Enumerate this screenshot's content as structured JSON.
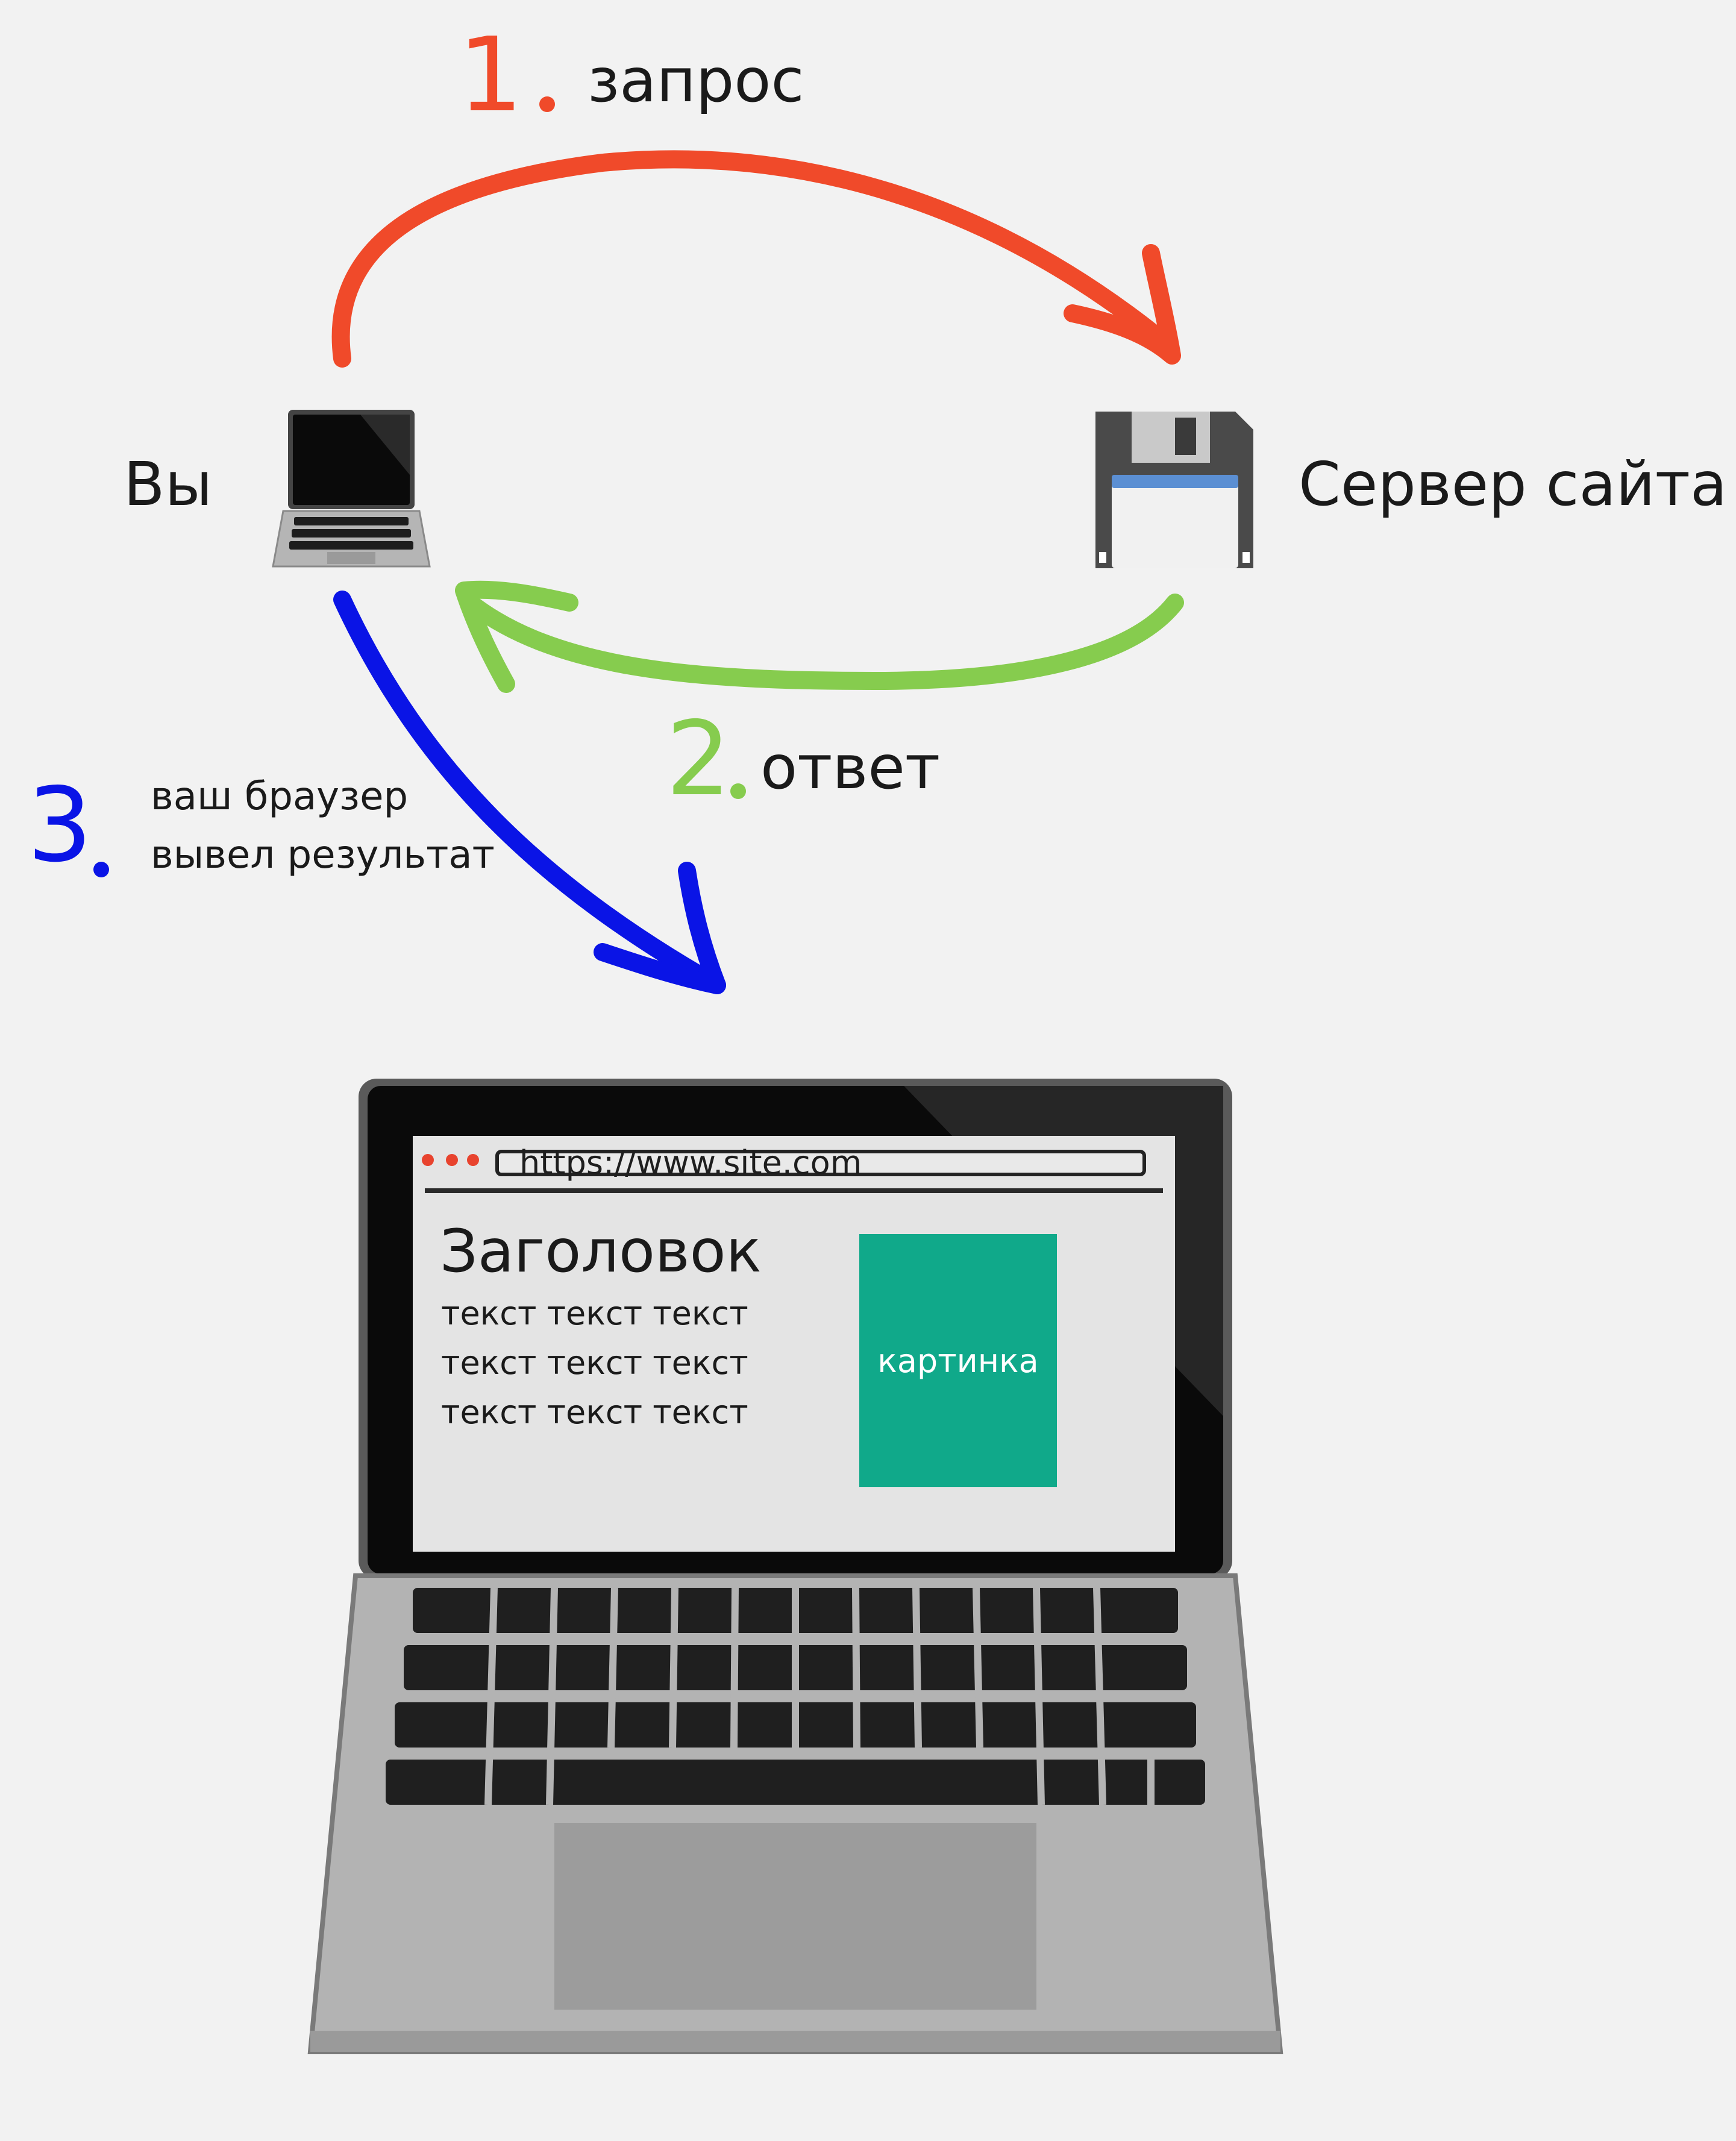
{
  "labels": {
    "you": "Вы",
    "server": "Сервер сайта"
  },
  "steps": [
    {
      "number": "1",
      "text": "запрос",
      "color": "#f04a2a"
    },
    {
      "number": "2",
      "text": "ответ",
      "color": "#86cc4e"
    },
    {
      "number": "3",
      "text_line1": "ваш браузер",
      "text_line2": "вывел результат",
      "color": "#0a14e6"
    }
  ],
  "browser": {
    "url": "https://www.site.com",
    "heading": "Заголовок",
    "lines": [
      "текст текст текст",
      "текст текст текст",
      "текст текст текст"
    ],
    "image_label": "картинка",
    "image_color": "#10a98a",
    "dots_color": "#e8432e"
  },
  "icons": {
    "you": "laptop-icon",
    "server": "floppy-disk-icon",
    "result": "laptop-icon"
  }
}
